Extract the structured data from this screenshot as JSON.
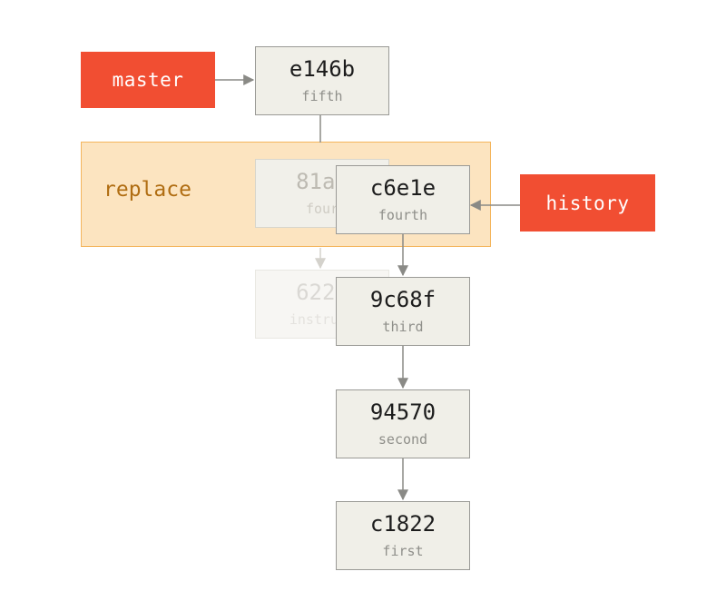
{
  "refs": {
    "master": "master",
    "history": "history"
  },
  "replace_label": "replace",
  "commits": {
    "e146b": {
      "sha": "e146b",
      "msg": "fifth"
    },
    "c6e1e": {
      "sha": "c6e1e",
      "msg": "fourth"
    },
    "c9c68f": {
      "sha": "9c68f",
      "msg": "third"
    },
    "c94570": {
      "sha": "94570",
      "msg": "second"
    },
    "c1822": {
      "sha": "c1822",
      "msg": "first"
    }
  },
  "ghost_commits": {
    "c81a7": {
      "sha": "81a7",
      "msg": "four"
    },
    "c622e": {
      "sha": "622e",
      "msg": "instruct"
    }
  },
  "colors": {
    "ref": "#f14e32",
    "commit_fill": "#f0efe8",
    "replace_fill": "#f9cd8c",
    "replace_text": "#b06d12",
    "arrow": "#8a8a86"
  }
}
